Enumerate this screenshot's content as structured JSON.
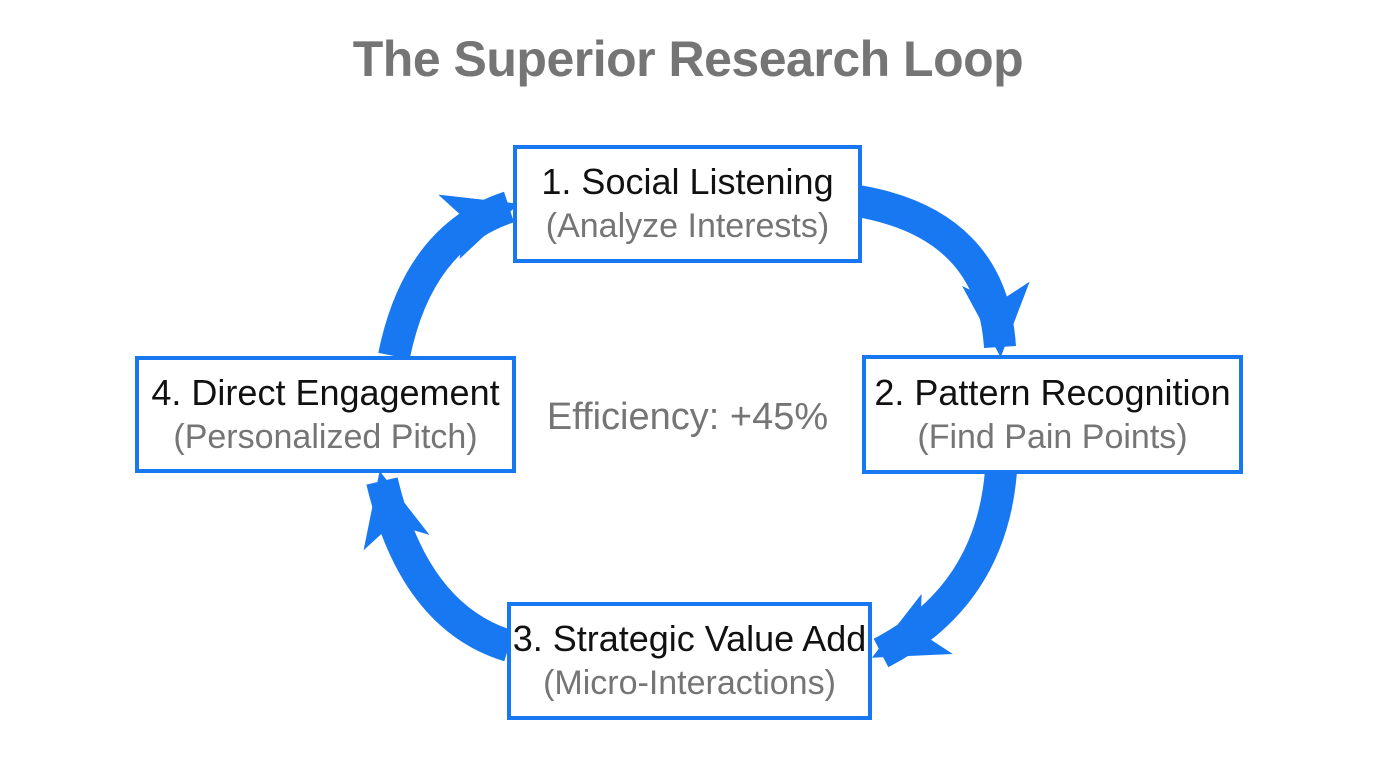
{
  "title": "The Superior Research Loop",
  "center_metric": "Efficiency: +45%",
  "colors": {
    "accent_blue": "#1778F2",
    "muted_gray": "#757575",
    "label_black": "#111111",
    "background": "#FFFFFF"
  },
  "nodes": [
    {
      "position": "top",
      "label": "1. Social Listening",
      "sublabel": "(Analyze Interests)"
    },
    {
      "position": "right",
      "label": "2. Pattern Recognition",
      "sublabel": "(Find Pain Points)"
    },
    {
      "position": "bottom",
      "label": "3. Strategic Value Add",
      "sublabel": "(Micro-Interactions)"
    },
    {
      "position": "left",
      "label": "4. Direct Engagement",
      "sublabel": "(Personalized Pitch)"
    }
  ],
  "arrows": [
    {
      "from": "1. Social Listening",
      "to": "2. Pattern Recognition"
    },
    {
      "from": "2. Pattern Recognition",
      "to": "3. Strategic Value Add"
    },
    {
      "from": "3. Strategic Value Add",
      "to": "4. Direct Engagement"
    },
    {
      "from": "4. Direct Engagement",
      "to": "1. Social Listening"
    }
  ]
}
